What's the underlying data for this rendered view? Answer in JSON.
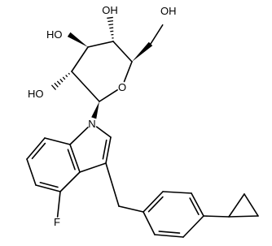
{
  "molecule": {
    "atoms": [
      {
        "id": "c1",
        "element": "C",
        "label": ""
      },
      {
        "id": "o5",
        "element": "O",
        "label": "O"
      },
      {
        "id": "c5",
        "element": "C",
        "label": ""
      },
      {
        "id": "c4",
        "element": "C",
        "label": ""
      },
      {
        "id": "c3",
        "element": "C",
        "label": ""
      },
      {
        "id": "c2",
        "element": "C",
        "label": ""
      },
      {
        "id": "c6",
        "element": "C",
        "label": ""
      },
      {
        "id": "o6",
        "element": "O",
        "label": "OH"
      },
      {
        "id": "o4",
        "element": "O",
        "label": "OH"
      },
      {
        "id": "o3",
        "element": "O",
        "label": "HO"
      },
      {
        "id": "o2",
        "element": "O",
        "label": "HO"
      },
      {
        "id": "n1",
        "element": "N",
        "label": "N"
      },
      {
        "id": "ic2",
        "element": "C",
        "label": ""
      },
      {
        "id": "ic3",
        "element": "C",
        "label": ""
      },
      {
        "id": "ic3a",
        "element": "C",
        "label": ""
      },
      {
        "id": "ic7a",
        "element": "C",
        "label": ""
      },
      {
        "id": "ic7",
        "element": "C",
        "label": ""
      },
      {
        "id": "ic6",
        "element": "C",
        "label": ""
      },
      {
        "id": "ic5",
        "element": "C",
        "label": ""
      },
      {
        "id": "ic4",
        "element": "C",
        "label": ""
      },
      {
        "id": "f",
        "element": "F",
        "label": "F"
      },
      {
        "id": "ch2",
        "element": "C",
        "label": ""
      },
      {
        "id": "p1",
        "element": "C",
        "label": ""
      },
      {
        "id": "p2",
        "element": "C",
        "label": ""
      },
      {
        "id": "p3",
        "element": "C",
        "label": ""
      },
      {
        "id": "p4",
        "element": "C",
        "label": ""
      },
      {
        "id": "p5",
        "element": "C",
        "label": ""
      },
      {
        "id": "p6",
        "element": "C",
        "label": ""
      },
      {
        "id": "cp1",
        "element": "C",
        "label": ""
      },
      {
        "id": "cp2",
        "element": "C",
        "label": ""
      },
      {
        "id": "cp3",
        "element": "C",
        "label": ""
      }
    ],
    "bonds": [
      {
        "a": "c1",
        "b": "o5",
        "order": 1,
        "style": "plain"
      },
      {
        "a": "o5",
        "b": "c5",
        "order": 1,
        "style": "plain"
      },
      {
        "a": "c5",
        "b": "c4",
        "order": 1,
        "style": "plain"
      },
      {
        "a": "c4",
        "b": "c3",
        "order": 1,
        "style": "plain"
      },
      {
        "a": "c3",
        "b": "c2",
        "order": 1,
        "style": "plain"
      },
      {
        "a": "c2",
        "b": "c1",
        "order": 1,
        "style": "plain"
      },
      {
        "a": "c5",
        "b": "c6",
        "order": 1,
        "style": "wedge"
      },
      {
        "a": "c6",
        "b": "o6",
        "order": 1,
        "style": "plain"
      },
      {
        "a": "c4",
        "b": "o4",
        "order": 1,
        "style": "hash"
      },
      {
        "a": "c3",
        "b": "o3",
        "order": 1,
        "style": "wedge"
      },
      {
        "a": "c2",
        "b": "o2",
        "order": 1,
        "style": "hash"
      },
      {
        "a": "c1",
        "b": "n1",
        "order": 1,
        "style": "wedge"
      },
      {
        "a": "n1",
        "b": "ic2",
        "order": 1,
        "style": "plain"
      },
      {
        "a": "ic2",
        "b": "ic3",
        "order": 2,
        "style": "plain"
      },
      {
        "a": "ic3",
        "b": "ic3a",
        "order": 1,
        "style": "plain"
      },
      {
        "a": "ic3a",
        "b": "ic7a",
        "order": 2,
        "style": "plain"
      },
      {
        "a": "ic7a",
        "b": "n1",
        "order": 1,
        "style": "plain"
      },
      {
        "a": "ic7a",
        "b": "ic7",
        "order": 1,
        "style": "plain"
      },
      {
        "a": "ic7",
        "b": "ic6",
        "order": 2,
        "style": "plain"
      },
      {
        "a": "ic6",
        "b": "ic5",
        "order": 1,
        "style": "plain"
      },
      {
        "a": "ic5",
        "b": "ic4",
        "order": 2,
        "style": "plain"
      },
      {
        "a": "ic4",
        "b": "ic3a",
        "order": 1,
        "style": "plain"
      },
      {
        "a": "ic4",
        "b": "f",
        "order": 1,
        "style": "plain"
      },
      {
        "a": "ic3",
        "b": "ch2",
        "order": 1,
        "style": "plain"
      },
      {
        "a": "ch2",
        "b": "p1",
        "order": 1,
        "style": "plain"
      },
      {
        "a": "p1",
        "b": "p2",
        "order": 2,
        "style": "plain"
      },
      {
        "a": "p2",
        "b": "p3",
        "order": 1,
        "style": "plain"
      },
      {
        "a": "p3",
        "b": "p4",
        "order": 2,
        "style": "plain"
      },
      {
        "a": "p4",
        "b": "p5",
        "order": 1,
        "style": "plain"
      },
      {
        "a": "p5",
        "b": "p6",
        "order": 2,
        "style": "plain"
      },
      {
        "a": "p6",
        "b": "p1",
        "order": 1,
        "style": "plain"
      },
      {
        "a": "p4",
        "b": "cp1",
        "order": 1,
        "style": "plain"
      },
      {
        "a": "cp1",
        "b": "cp2",
        "order": 1,
        "style": "plain"
      },
      {
        "a": "cp2",
        "b": "cp3",
        "order": 1,
        "style": "plain"
      },
      {
        "a": "cp3",
        "b": "cp1",
        "order": 1,
        "style": "plain"
      }
    ]
  }
}
